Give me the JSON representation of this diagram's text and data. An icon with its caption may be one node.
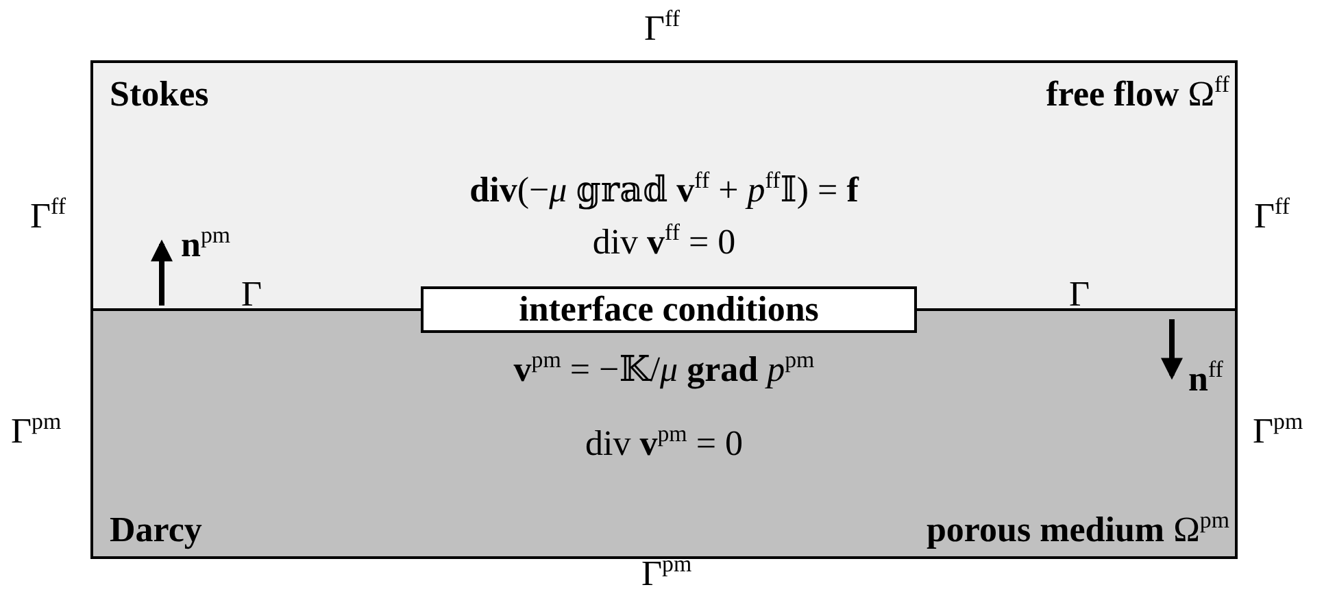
{
  "diagram": {
    "nodes": [
      {
        "text": [
          "Stokes",
          "**free flow** Ω$^{ff}$",
          "**div**(−*μ* 𝕘𝕣𝕒𝕕 **v**$^{ff}$ + *p*$^{ff}$𝕀) = **f**",
          "div **v**$^{ff}$ = 0"
        ],
        "beside": [
          "Γ$^{ff}$",
          "Γ$^{ff}$",
          "Γ$^{ff}$"
        ]
      },
      {
        "text": [
          "**v**$^{pm}$ = −𝕂/*μ* **grad** *p*$^{pm}$",
          "div **v**$^{pm}$ = 0",
          "Darcy",
          "**porous medium** Ω$^{pm}$"
        ],
        "beside": [
          "Γ$^{pm}$",
          "Γ$^{pm}$",
          "Γ$^{pm}$"
        ]
      },
      {
        "text": [
          "interface conditions"
        ]
      }
    ],
    "labels": [
      "**n**$^{pm}$",
      "Γ",
      "Γ",
      "**n**$^{ff}$"
    ]
  }
}
